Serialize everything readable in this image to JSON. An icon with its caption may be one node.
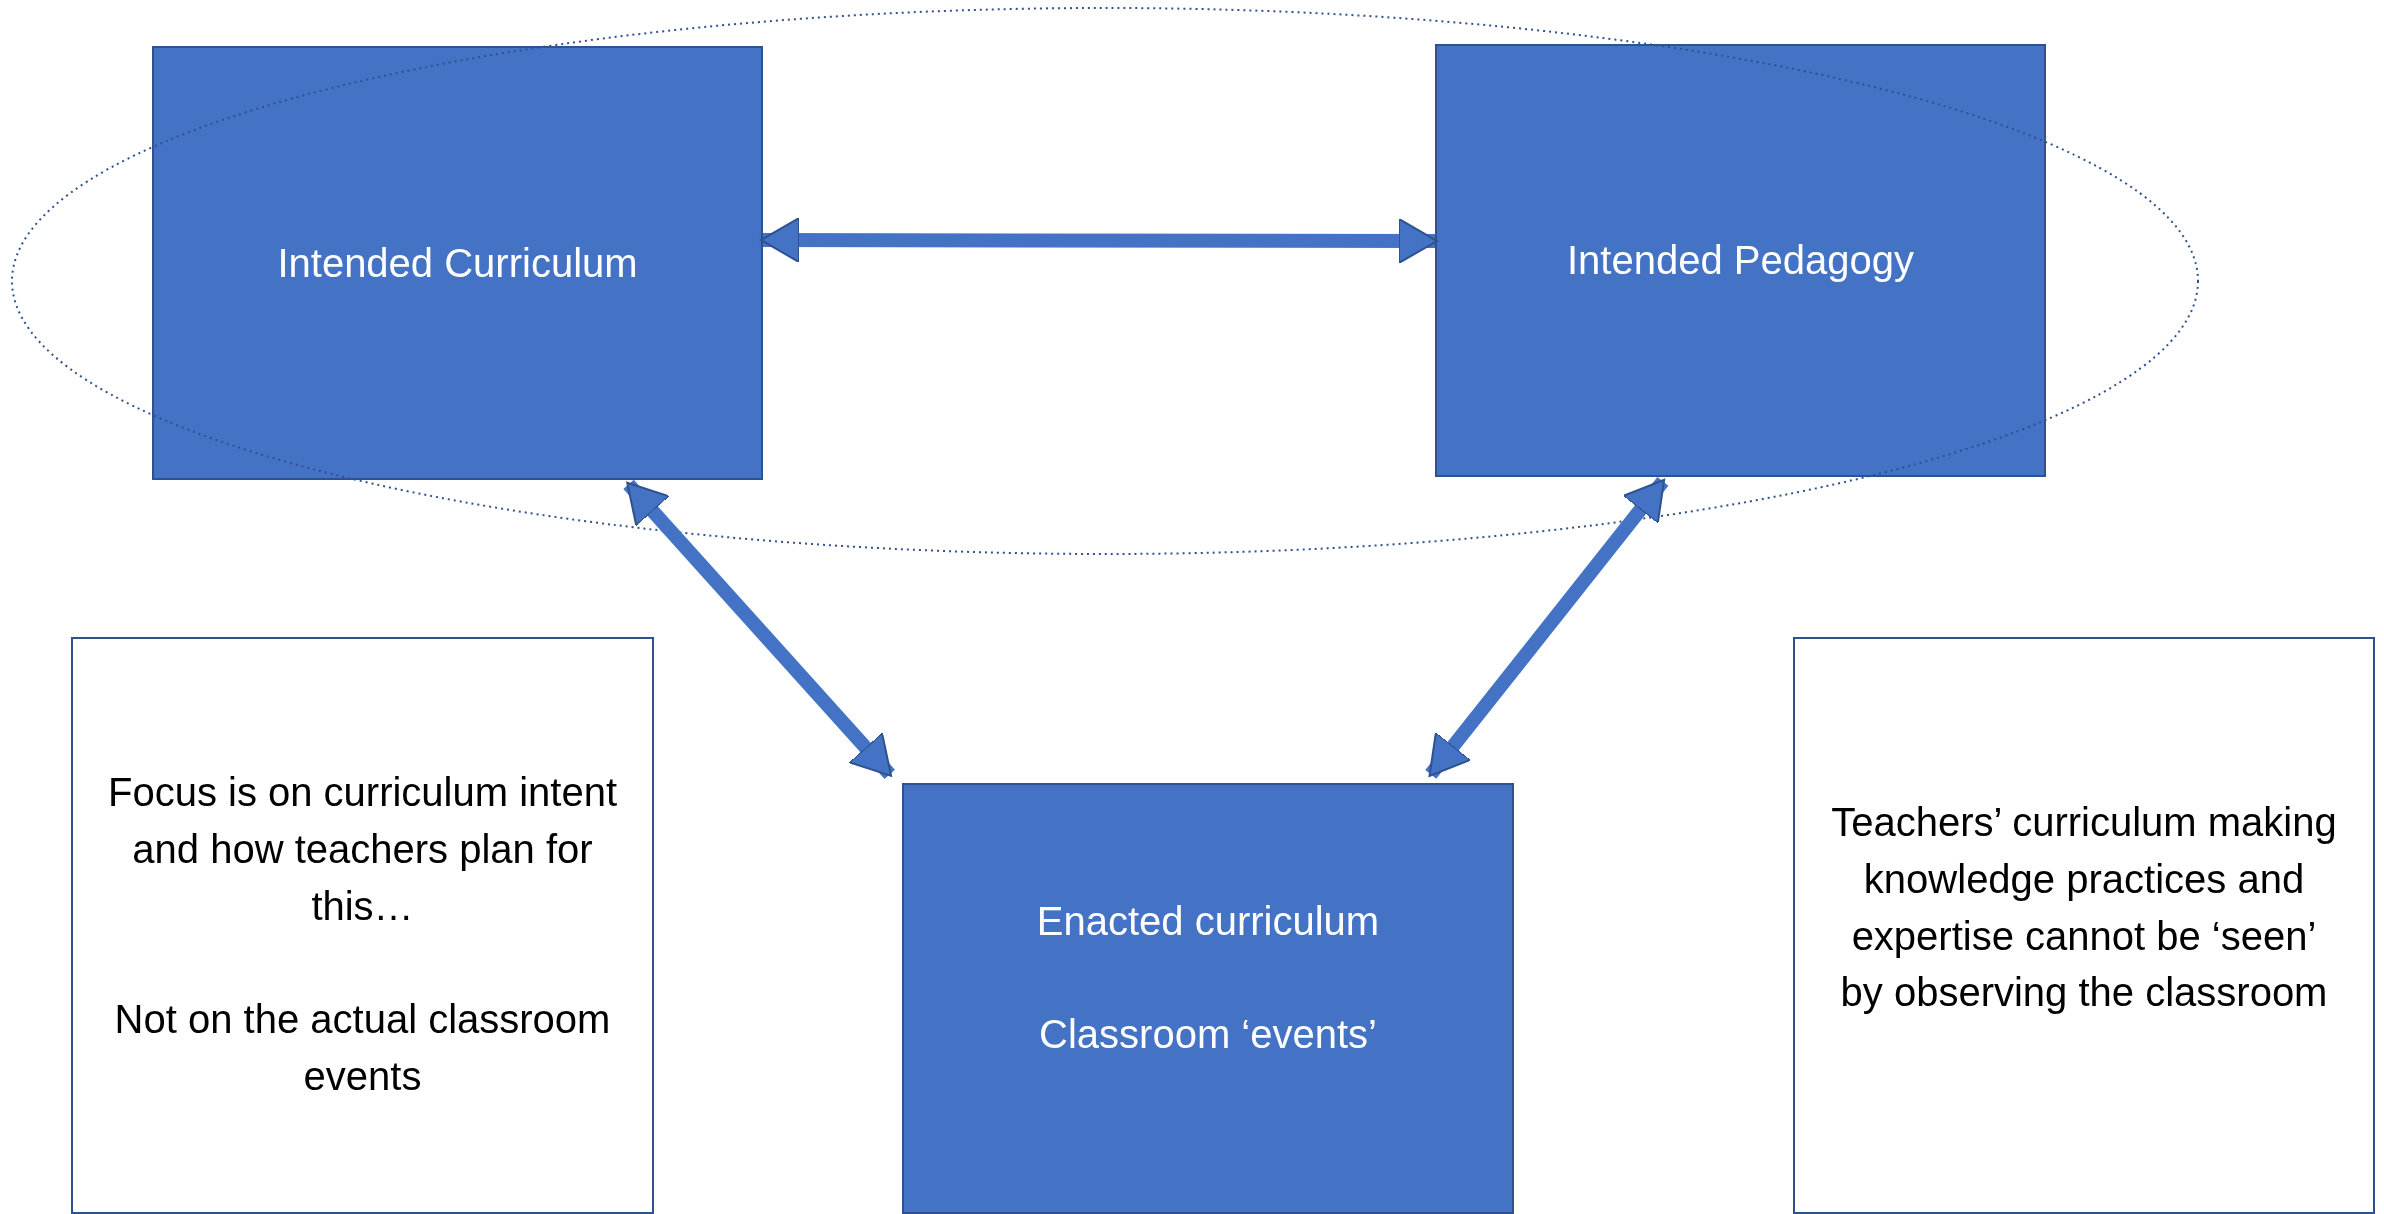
{
  "diagram": {
    "nodes": [
      {
        "text": [
          "Intended Curriculum"
        ]
      },
      {
        "text": [
          "Intended Pedagogy"
        ]
      },
      {
        "text": [
          "Focus is on curriculum intent and how teachers plan for this…",
          "Not on the actual classroom events"
        ]
      },
      {
        "text": [
          "Enacted curriculum",
          "Classroom ‘events’"
        ]
      },
      {
        "text": [
          "Teachers’ curriculum making knowledge practices and expertise cannot be ‘seen’ by observing the classroom"
        ]
      }
    ],
    "edges": [
      {
        "from": 0,
        "to": 1,
        "arrow": "both"
      },
      {
        "from": 3,
        "to": 0,
        "arrow": "both"
      },
      {
        "from": 3,
        "to": 1,
        "arrow": "both"
      }
    ]
  }
}
